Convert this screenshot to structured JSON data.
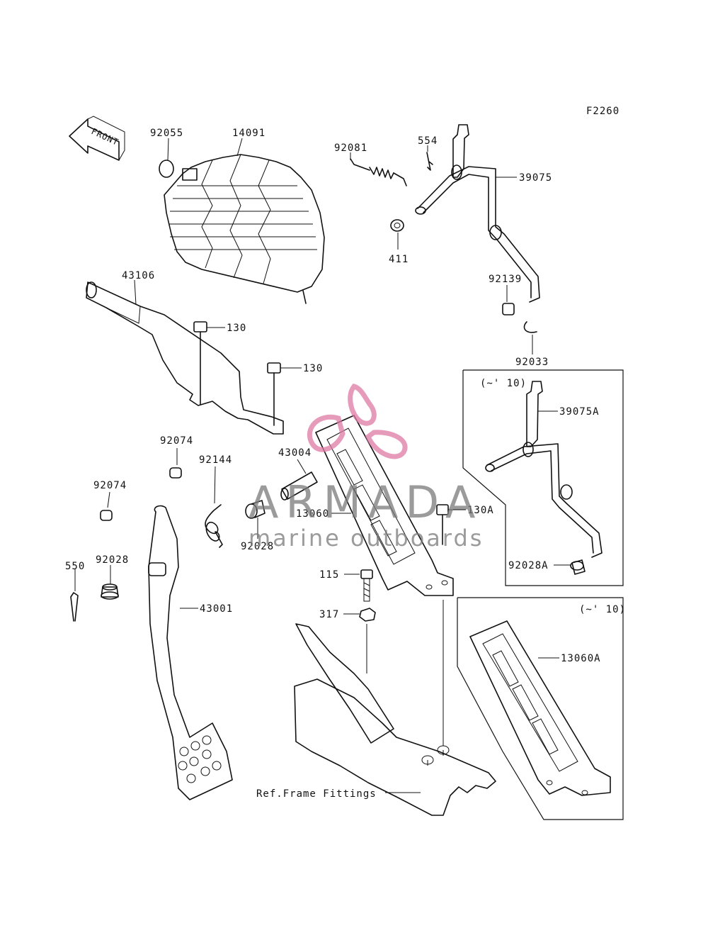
{
  "diagram_code": "F2260",
  "front_label": "FRONT",
  "watermark": {
    "brand": "ARMADA",
    "tagline": "marine outboards",
    "color_main": "#7a7a7a",
    "color_accent": "#e07aa5"
  },
  "labels": {
    "p92055": "92055",
    "p14091": "14091",
    "p92081": "92081",
    "p554": "554",
    "p39075": "39075",
    "p411": "411",
    "p92139": "92139",
    "p92033": "92033",
    "p43106": "43106",
    "p130a": "130",
    "p130b": "130",
    "p92074a": "92074",
    "p92074b": "92074",
    "p43004": "43004",
    "p92144": "92144",
    "p13060": "13060",
    "p130A": "130A",
    "p92028a": "92028",
    "p550": "550",
    "p92028b": "92028",
    "p43001": "43001",
    "p115": "115",
    "p317": "317",
    "p39075A": "39075A",
    "p92028A": "92028A",
    "p13060A": "13060A",
    "ref_frame": "Ref.Frame Fittings"
  },
  "inset_boxes": {
    "upper_note": "(~' 10)",
    "lower_note": "(~' 10)"
  }
}
